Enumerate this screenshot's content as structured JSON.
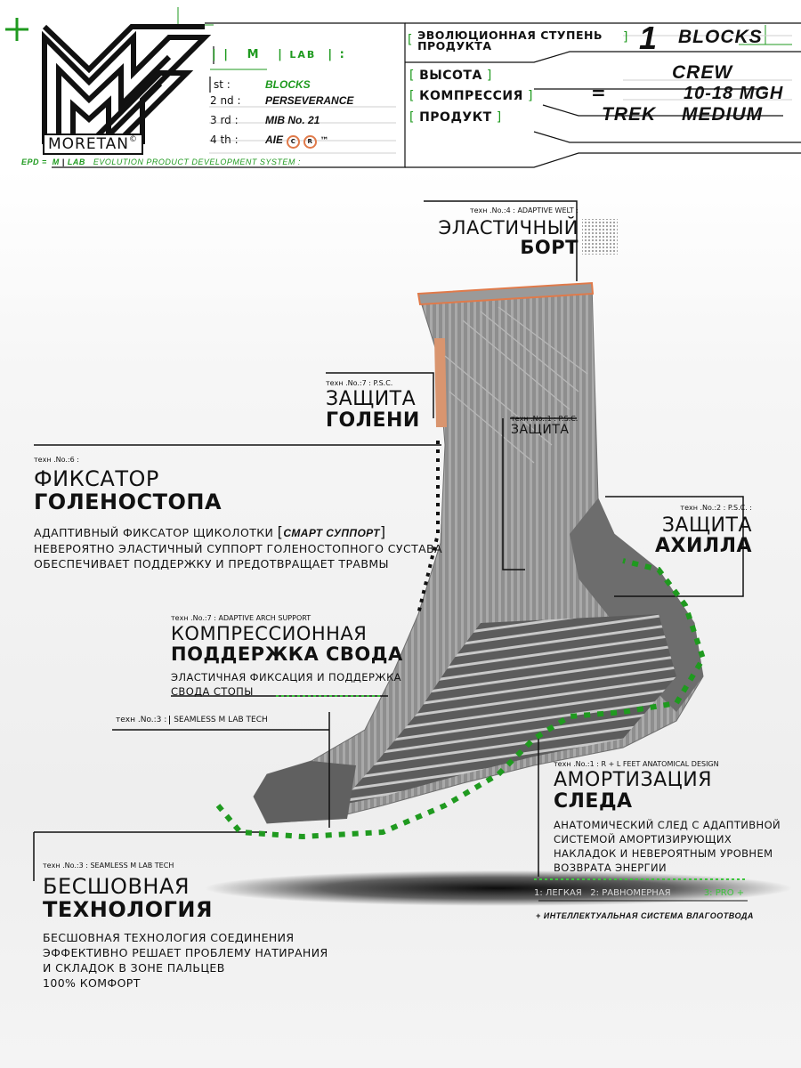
{
  "header": {
    "lab_mark": "M",
    "lab_text": "LAB",
    "lab_colon": ":",
    "rows": [
      {
        "num": "st :",
        "val": "BLOCKS"
      },
      {
        "num": "2 nd :",
        "val": "PERSEVERANCE"
      },
      {
        "num": "3 rd :",
        "val": "MIB No. 21"
      },
      {
        "num": "4 th :",
        "val": "AIE"
      }
    ],
    "tm": "™",
    "brand": "MORETAN",
    "epd": {
      "prefix": "EPD =",
      "m": "M",
      "lab": "LAB",
      "text": "EVOLUTION   PRODUCT   DEVELOPMENT   SYSTEM :"
    },
    "evolution_label": "ЭВОЛЮЦИОННАЯ СТУПЕНЬ ПРОДУКТА",
    "evolution_num": "1",
    "evolution_val": "BLOCKS",
    "height_label": "ВЫСОТА",
    "height_val": "CREW",
    "compression_label": "КОМПРЕССИЯ",
    "compression_val": "10-18 MGH",
    "product_label": "ПРОДУКТ",
    "product_val1": "TREK",
    "product_val2": "MEDIUM",
    "equals": "="
  },
  "features": {
    "welt": {
      "tech": "техн .No.:4 :  ADAPTIVE WELT :",
      "t1": "ЭЛАСТИЧНЫЙ",
      "t2": "БОРТ"
    },
    "shin": {
      "tech": "техн .No.:7 :  P.S.C.",
      "t1": "ЗАЩИТА",
      "t2": "ГОЛЕНИ"
    },
    "inner": {
      "tech": "техн .No.:1 :  P.S.C.",
      "t1": "ЗАЩИТА"
    },
    "ankle": {
      "tech": "техн .No.:6 :",
      "t1": "ФИКСАТОР",
      "t2": "ГОЛЕНОСТОПА",
      "desc1_a": "АДАПТИВНЫЙ ФИКСАТОР ЩИКОЛОТКИ",
      "desc1_b": "СМАРТ СУППОРТ",
      "desc2": "НЕВЕРОЯТНО ЭЛАСТИЧНЫЙ СУППОРТ ГОЛЕНОСТОПНОГО СУСТАВА",
      "desc3": "ОБЕСПЕЧИВАЕТ ПОДДЕРЖКУ  И ПРЕДОТВРАЩАЕТ ТРАВМЫ"
    },
    "achilles": {
      "tech": "техн .No.:2 :  P.S.C.  :",
      "t1": "ЗАЩИТА",
      "t2": "АХИЛЛА"
    },
    "arch": {
      "tech": "техн .No.:7 :      ADAPTIVE ARCH SUPPORT",
      "t1": "КОМПРЕССИОННАЯ",
      "t2": "ПОДДЕРЖКА СВОДА",
      "desc1": "ЭЛАСТИЧНАЯ ФИКСАЦИЯ И ПОДДЕРЖКА",
      "desc2": "СВОДА СТОПЫ"
    },
    "seam_small": {
      "tech": "техн .No.:3 :",
      "text": "SEAMLESS    M LAB   TECH"
    },
    "sole": {
      "tech": "техн .No.:1 :   R + L FEET   ANATOMICAL  DESIGN",
      "t1": "АМОРТИЗАЦИЯ",
      "t2": "СЛЕДА",
      "desc1": "АНАТОМИЧЕСКИЙ СЛЕД С АДАПТИВНОЙ",
      "desc2": "СИСТЕМОЙ  АМОРТИЗИРУЮЩИХ",
      "desc3": "НАКЛАДОК И НЕВЕРОЯТНЫМ УРОВНЕМ",
      "desc4": "ВОЗВРАТА ЭНЕРГИИ"
    },
    "seamless": {
      "tech": "техн .No.:3 :  SEAMLESS    M LAB   TECH",
      "t1": "БЕСШОВНАЯ",
      "t2": "ТЕХНОЛОГИЯ",
      "desc1": "БЕСШОВНАЯ ТЕХНОЛОГИЯ СОЕДИНЕНИЯ",
      "desc2": "ЭФФЕКТИВНО РЕШАЕТ ПРОБЛЕМУ НАТИРАНИЯ",
      "desc3": "И СКЛАДОК В ЗОНЕ ПАЛЬЦЕВ",
      "desc4": "100% КОМФОРТ"
    }
  },
  "scale": {
    "l1": "1: ЛЕГКАЯ",
    "l2": "2: РАВНОМЕРНАЯ",
    "l3": "3: PRO +",
    "note": "+  ИНТЕЛЛЕКТУАЛЬНАЯ  СИСТЕМА  ВЛАГООТВОДА"
  },
  "colors": {
    "accent_green": "#1f9a1f",
    "sock_gray": "#8a8a8a",
    "welt_orange": "#e07a4a"
  }
}
